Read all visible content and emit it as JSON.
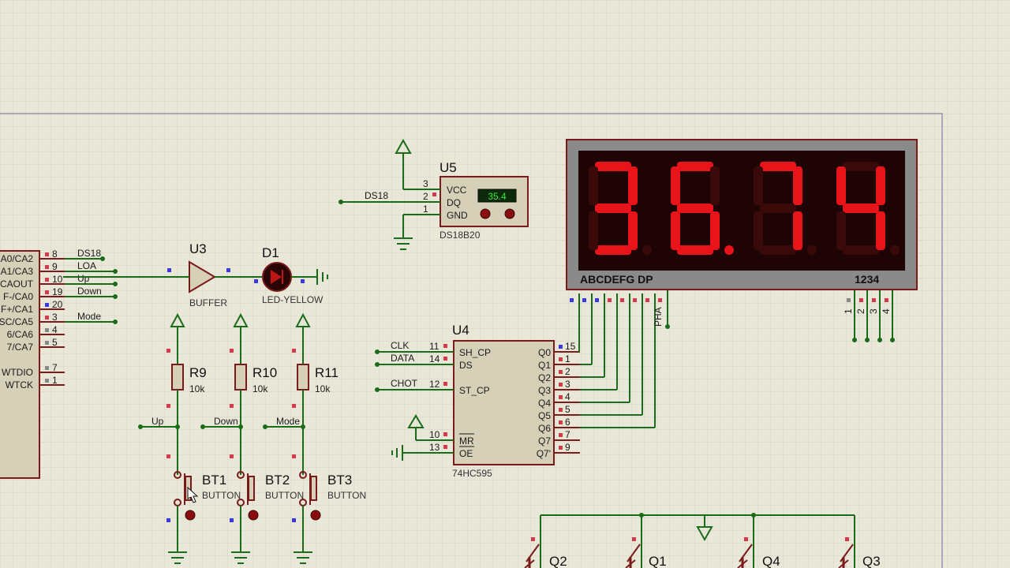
{
  "mcu": {
    "pins": [
      {
        "label": "A0/CA2",
        "num": "8",
        "net": "DS18"
      },
      {
        "label": "A1/CA3",
        "num": "9",
        "net": "LOA"
      },
      {
        "label": "CAOUT",
        "num": "10",
        "net": "Up"
      },
      {
        "label": "F-/CA0",
        "num": "19",
        "net": "Down"
      },
      {
        "label": "F+/CA1",
        "num": "20",
        "net": ""
      },
      {
        "label": "SC/CA5",
        "num": "3",
        "net": "Mode"
      },
      {
        "label": "6/CA6",
        "num": "4",
        "net": ""
      },
      {
        "label": "7/CA7",
        "num": "5",
        "net": ""
      },
      {
        "label": "WTDIO",
        "num": "7",
        "net": ""
      },
      {
        "label": "WTCK",
        "num": "1",
        "net": ""
      }
    ]
  },
  "u3": {
    "ref": "U3",
    "type": "BUFFER"
  },
  "d1": {
    "ref": "D1",
    "type": "LED-YELLOW"
  },
  "u5": {
    "ref": "U5",
    "type": "DS18B20",
    "pins": [
      "VCC",
      "DQ",
      "GND"
    ],
    "pin_numbers": [
      "3",
      "2",
      "1"
    ],
    "net": "DS18",
    "readout": "35.4"
  },
  "resistors": [
    {
      "ref": "R9",
      "value": "10k",
      "net": "Up"
    },
    {
      "ref": "R10",
      "value": "10k",
      "net": "Down"
    },
    {
      "ref": "R11",
      "value": "10k",
      "net": "Mode"
    }
  ],
  "buttons": [
    {
      "ref": "BT1",
      "type": "BUTTON"
    },
    {
      "ref": "BT2",
      "type": "BUTTON"
    },
    {
      "ref": "BT3",
      "type": "BUTTON"
    }
  ],
  "u4": {
    "ref": "U4",
    "type": "74HC595",
    "left_pins": [
      {
        "num": "11",
        "name": "SH_CP",
        "net": "CLK"
      },
      {
        "num": "14",
        "name": "DS",
        "net": "DATA"
      },
      {
        "num": "12",
        "name": "ST_CP",
        "net": "CHOT"
      },
      {
        "num": "10",
        "name": "MR",
        "net": ""
      },
      {
        "num": "13",
        "name": "OE",
        "net": ""
      }
    ],
    "right_pins": [
      {
        "num": "15",
        "name": "Q0"
      },
      {
        "num": "1",
        "name": "Q1"
      },
      {
        "num": "2",
        "name": "Q2"
      },
      {
        "num": "3",
        "name": "Q3"
      },
      {
        "num": "4",
        "name": "Q4"
      },
      {
        "num": "5",
        "name": "Q5"
      },
      {
        "num": "6",
        "name": "Q6"
      },
      {
        "num": "7",
        "name": "Q7"
      },
      {
        "num": "9",
        "name": "Q7'"
      }
    ]
  },
  "display": {
    "digits": [
      "3",
      "6.",
      "7",
      "4"
    ],
    "segment_label": "ABCDEFG DP",
    "digit_label": "1234",
    "bottom_pins": [
      "1",
      "2",
      "3",
      "4"
    ],
    "side_label": "PHA",
    "on_color": "#e8141a",
    "off_color": "#3a0a0a"
  },
  "transistors": [
    "Q2",
    "Q1",
    "Q4",
    "Q3"
  ],
  "colors": {
    "background": "#e9e7d8",
    "wire": "#1a6b1a",
    "body": "#7a1a1a",
    "chip_fill": "#d7d0b8",
    "grid": "#d4d2c2"
  }
}
